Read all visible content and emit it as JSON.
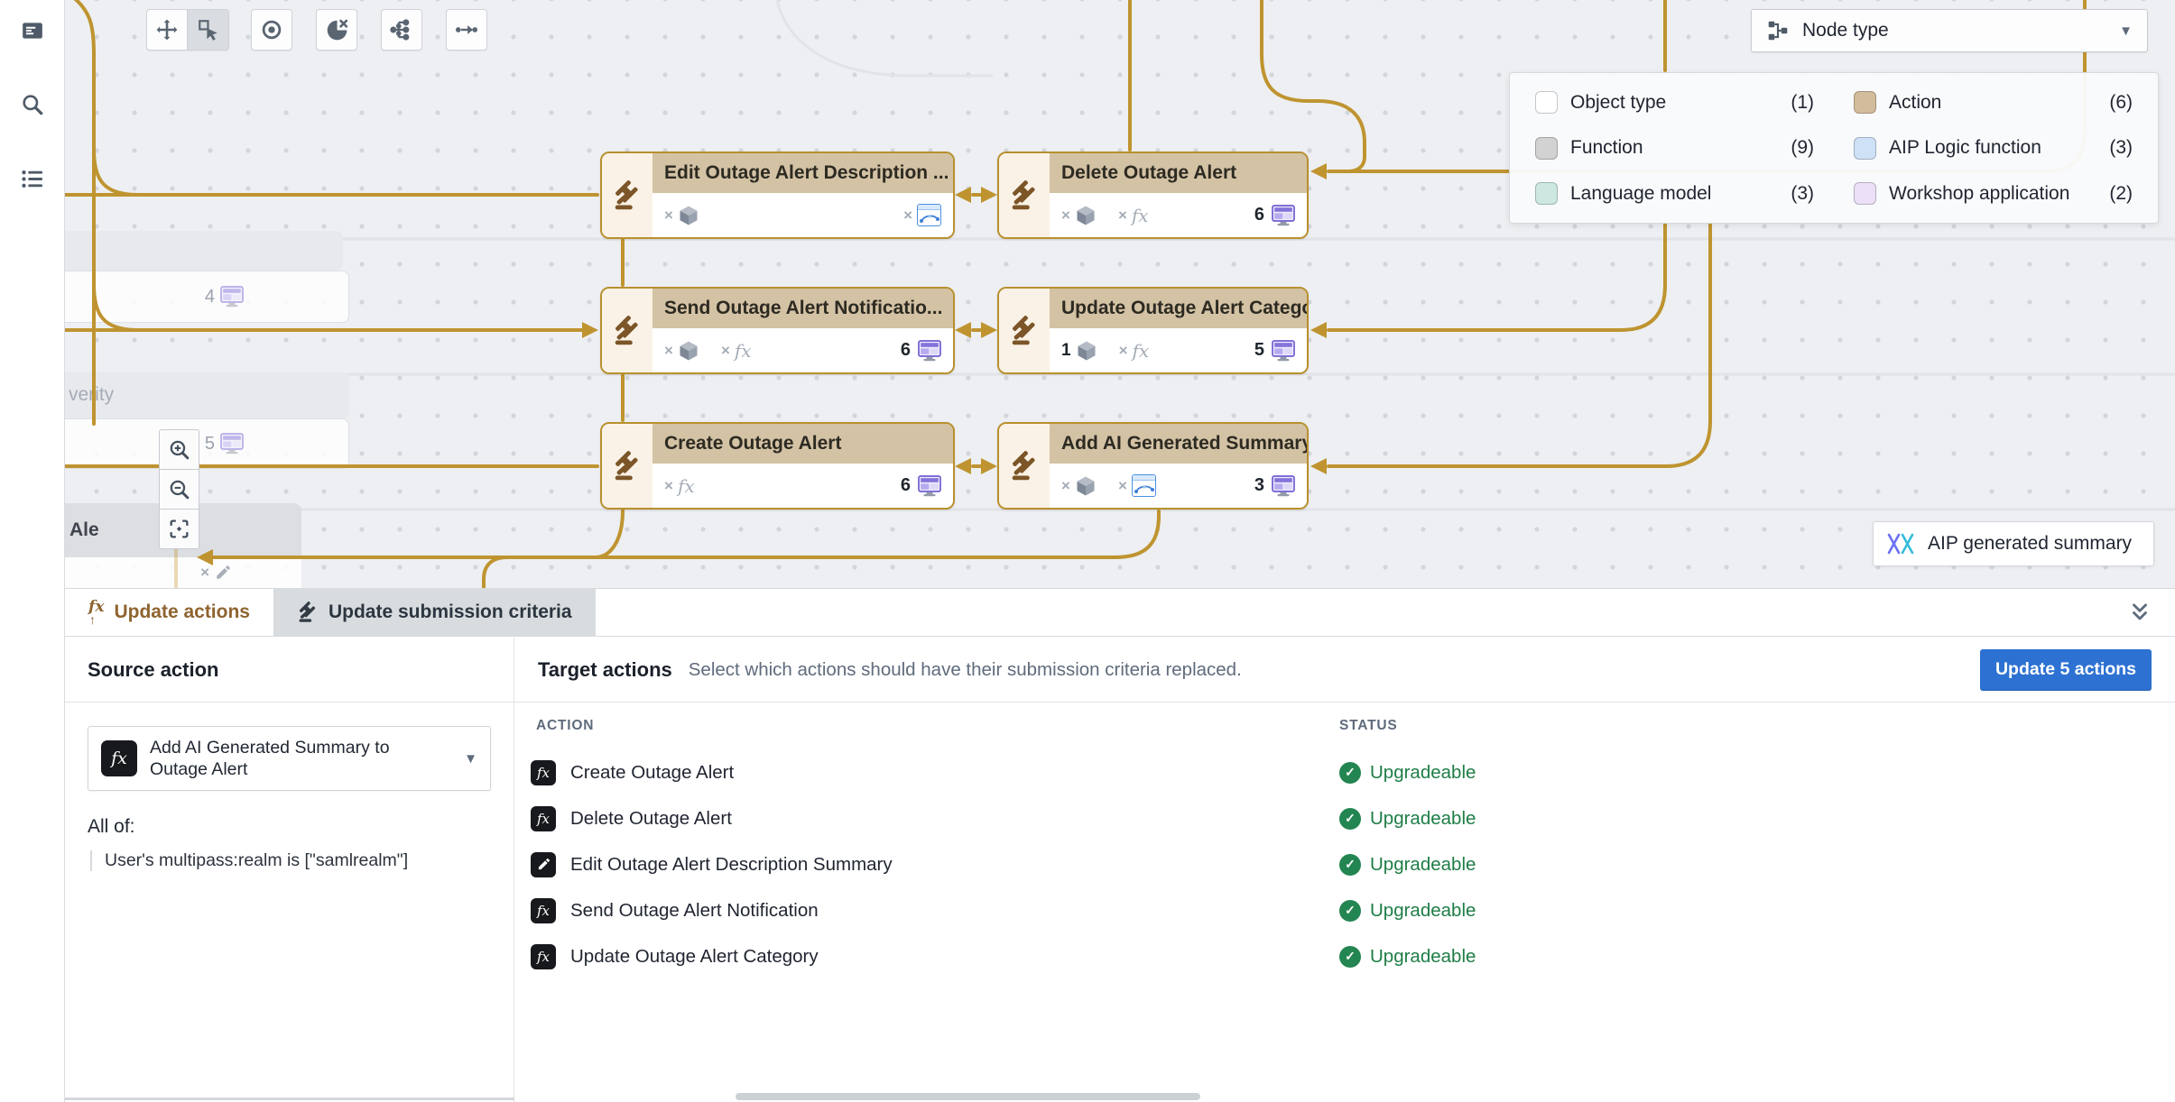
{
  "colors": {
    "gold": "#bf9430",
    "blue": "#2d72d2",
    "green": "#238551",
    "tab_brown": "#8f6430",
    "node_header": "#d3c2a4",
    "node_strip": "#faf2e6",
    "canvas_bg": "#edeff2"
  },
  "sidebar": {
    "icons": [
      {
        "name": "panel-icon"
      },
      {
        "name": "search-icon"
      },
      {
        "name": "list-icon"
      }
    ]
  },
  "toolbar": {
    "buttons": [
      {
        "icon": "move-icon"
      },
      {
        "icon": "select-cursor-icon",
        "active": true
      },
      {
        "icon": "target-icon"
      },
      {
        "icon": "pie-close-icon"
      },
      {
        "icon": "hierarchy-icon"
      },
      {
        "icon": "edge-arrow-icon"
      }
    ]
  },
  "node_type_select": {
    "label": "Node type",
    "caret": "▼",
    "icon": "graph-fork-icon"
  },
  "legend": {
    "items": [
      {
        "label": "Object type",
        "count": "(1)",
        "swatch": "#ffffff"
      },
      {
        "label": "Action",
        "count": "(6)",
        "swatch": "#d2bc9b"
      },
      {
        "label": "Function",
        "count": "(9)",
        "swatch": "#d2d2d2"
      },
      {
        "label": "AIP Logic function",
        "count": "(3)",
        "swatch": "#cfe1f7"
      },
      {
        "label": "Language model",
        "count": "(3)",
        "swatch": "#cde8e0"
      },
      {
        "label": "Workshop application",
        "count": "(2)",
        "swatch": "#ecdff8"
      }
    ]
  },
  "canvas": {
    "fx_glyph": "fx",
    "nodes": [
      {
        "title": "Edit Outage Alert Description ...",
        "slot1_prefix": "×",
        "slot2_prefix": "×",
        "count": ""
      },
      {
        "title": "Delete Outage Alert",
        "slot1_prefix": "×",
        "slot2_prefix": "×",
        "count": "6"
      },
      {
        "title": "Send Outage Alert Notificatio...",
        "slot1_prefix": "×",
        "slot2_prefix": "×",
        "count": "6"
      },
      {
        "title": "Update Outage Alert Category",
        "slot1_prefix": "1",
        "slot2_prefix": "×",
        "count": "5"
      },
      {
        "title": "Create Outage Alert",
        "slot1_prefix": "×",
        "count": "6"
      },
      {
        "title": "Add AI Generated Summary to...",
        "slot1_prefix": "×",
        "slot2_prefix": "×",
        "count": "3"
      }
    ],
    "fragments": {
      "row4_count": "4",
      "severity_text": "verity",
      "row5_count": "5",
      "ale_text": "Ale",
      "close_x": "×"
    },
    "aip_chip": {
      "label": "AIP generated summary",
      "icon": "aip-logo-icon"
    }
  },
  "tabs": {
    "items": [
      {
        "label": "Update actions"
      },
      {
        "label": "Update submission criteria"
      }
    ]
  },
  "source_panel": {
    "heading": "Source action",
    "selected_action": "Add AI Generated Summary to Outage Alert",
    "fx_glyph": "fx",
    "caret": "▼",
    "all_of": "All of:",
    "criteria": "User's multipass:realm is [\"samlrealm\"]"
  },
  "target_panel": {
    "heading": "Target actions",
    "subtitle": "Select which actions should have their submission criteria replaced.",
    "button": "Update 5 actions",
    "col_action": "ACTION",
    "col_status": "STATUS",
    "check": "✓",
    "rows": [
      {
        "action": "Create Outage Alert",
        "badge": "fx-badge",
        "status": "Upgradeable"
      },
      {
        "action": "Delete Outage Alert",
        "badge": "fx-badge",
        "status": "Upgradeable"
      },
      {
        "action": "Edit Outage Alert Description Summary",
        "badge": "pencil-badge",
        "status": "Upgradeable"
      },
      {
        "action": "Send Outage Alert Notification",
        "badge": "fx-badge",
        "status": "Upgradeable"
      },
      {
        "action": "Update Outage Alert Category",
        "badge": "fx-badge",
        "status": "Upgradeable"
      }
    ]
  }
}
